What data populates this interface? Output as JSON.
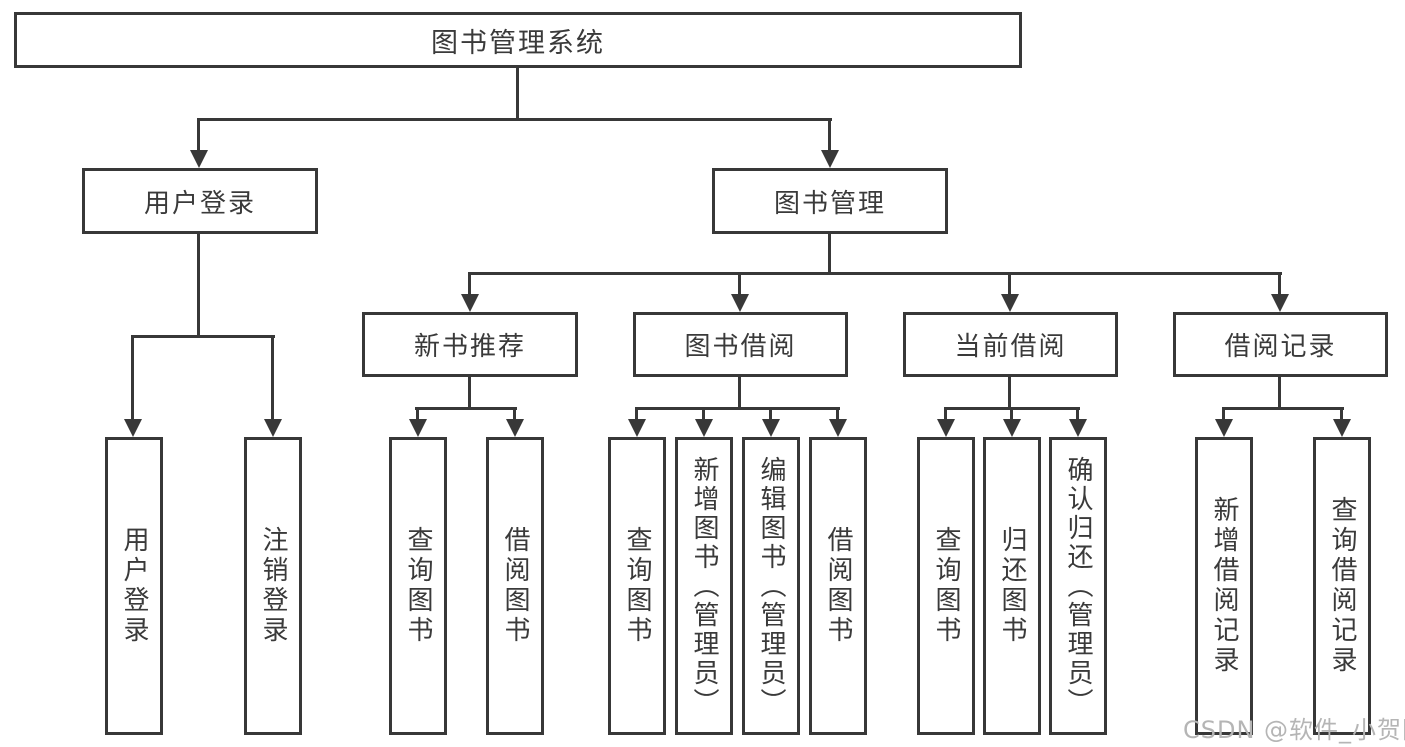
{
  "colors": {
    "line": "#383838",
    "text": "#3a3a3a",
    "watermark": "#b5b5b5",
    "background": "#ffffff"
  },
  "tree": {
    "root": "图书管理系统",
    "branches": [
      {
        "label": "用户登录",
        "children": [
          "用户登录",
          "注销登录"
        ]
      },
      {
        "label": "图书管理",
        "children": [
          {
            "label": "新书推荐",
            "children": [
              "查询图书",
              "借阅图书"
            ]
          },
          {
            "label": "图书借阅",
            "children": [
              "查询图书",
              "新增图书（管理员）",
              "编辑图书（管理员）",
              "借阅图书"
            ]
          },
          {
            "label": "当前借阅",
            "children": [
              "查询图书",
              "归还图书",
              "确认归还（管理员）"
            ]
          },
          {
            "label": "借阅记录",
            "children": [
              "新增借阅记录",
              "查询借阅记录"
            ]
          }
        ]
      }
    ]
  },
  "watermark": "CSDN @软件_小贺同学"
}
